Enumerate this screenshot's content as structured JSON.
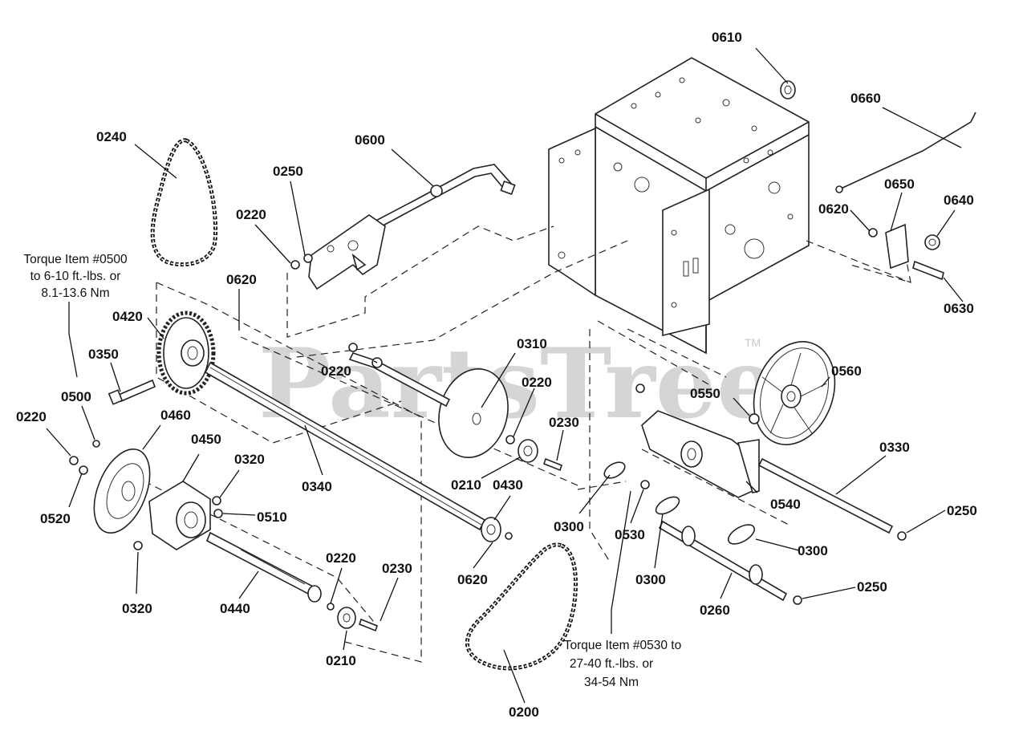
{
  "watermark": {
    "text": "PartsTree",
    "trademark": "TM"
  },
  "labels": {
    "p0610": "0610",
    "p0660": "0660",
    "p0240": "0240",
    "p0600": "0600",
    "p0250_top": "0250",
    "p0220_top": "0220",
    "p0650": "0650",
    "p0640": "0640",
    "p0620_right": "0620",
    "p0630": "0630",
    "p0620_left": "0620",
    "p0420": "0420",
    "p0350": "0350",
    "p0500": "0500",
    "p0310": "0310",
    "p0220_mid": "0220",
    "p0220_center": "0220",
    "p0560": "0560",
    "p0550": "0550",
    "p0230_center": "0230",
    "p0220_left": "0220",
    "p0460": "0460",
    "p0450": "0450",
    "p0320_top": "0320",
    "p0330": "0330",
    "p0540": "0540",
    "p0520": "0520",
    "p0510": "0510",
    "p0340": "0340",
    "p0210_center": "0210",
    "p0430": "0430",
    "p0300_left": "0300",
    "p0250_right": "0250",
    "p0300_right": "0300",
    "p0530": "0530",
    "p0620_bottom": "0620",
    "p0300_bottom": "0300",
    "p0220_bottom": "0220",
    "p0230_bottom": "0230",
    "p0320_bottom": "0320",
    "p0440": "0440",
    "p0250_bottom": "0250",
    "p0260": "0260",
    "p0210_bottom": "0210",
    "p0200": "0200"
  },
  "notes": {
    "torque_0500": [
      "Torque Item #0500",
      "to 6-10 ft.-lbs. or",
      "8.1-13.6 Nm"
    ],
    "torque_0530": [
      "Torque Item #0530 to",
      "27-40 ft.-lbs. or",
      "34-54 Nm"
    ]
  }
}
